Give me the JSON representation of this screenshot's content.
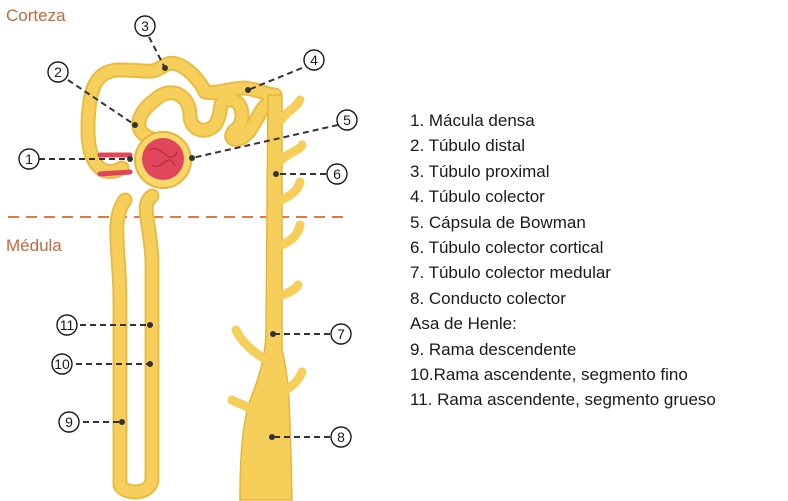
{
  "regions": {
    "cortex": "Corteza",
    "medulla": "Médula"
  },
  "callouts": [
    "1",
    "2",
    "3",
    "4",
    "5",
    "6",
    "7",
    "8",
    "9",
    "10",
    "11"
  ],
  "legend": {
    "items": [
      "1.  Mácula densa",
      "2.  Túbulo distal",
      "3.  Túbulo proximal",
      "4.  Túbulo colector",
      "5.  Cápsula de Bowman",
      "6.  Túbulo colector cortical",
      "7.  Túbulo colector medular",
      "8.  Conducto colector"
    ],
    "group_header": "Asa de Henle:",
    "group_items": [
      "9.  Rama descendente",
      "10.Rama ascendente, segmento fino",
      "11. Rama ascendente, segmento grueso"
    ]
  },
  "colors": {
    "tubule": "#f6cf5a",
    "tubule_edge": "#e5b53c",
    "glomerulus": "#e0465b",
    "capsule": "#f8d86a",
    "region_label": "#c0693a",
    "boundary": "#e07a3c",
    "leader": "#333333"
  }
}
